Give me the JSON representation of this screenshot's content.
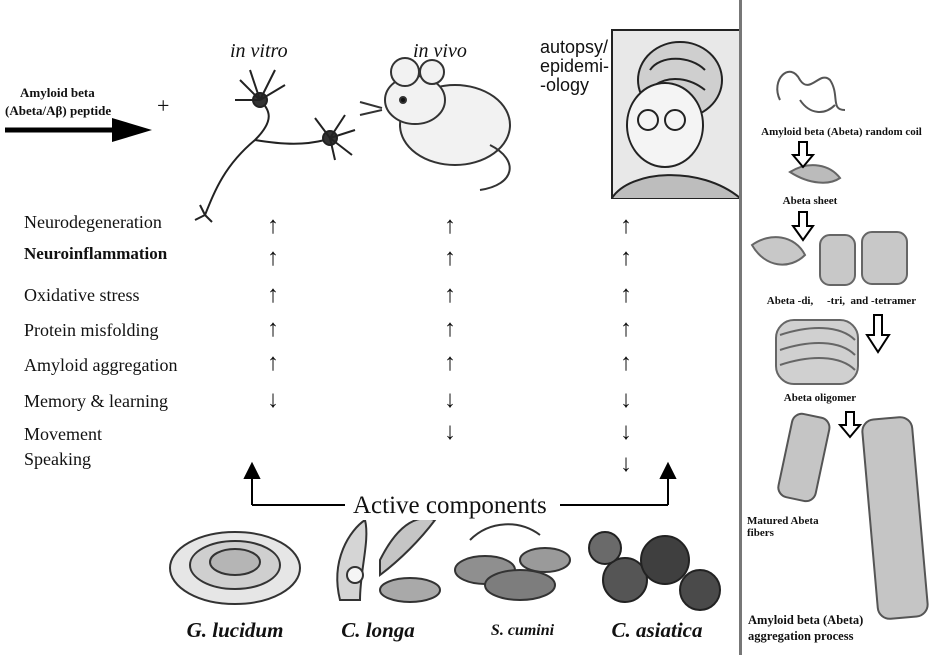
{
  "intro": {
    "line1": "Amyloid beta",
    "line2": "(Abeta/Aβ) peptide",
    "plus": "+"
  },
  "models": [
    {
      "label": "in vitro"
    },
    {
      "label": "in vivo"
    },
    {
      "label": "autopsy/ epidemi- -ology"
    }
  ],
  "effects": [
    {
      "label": "Neurodegeneration",
      "in_vitro": "up",
      "in_vivo": "up",
      "autopsy": "up"
    },
    {
      "label": "Neuroinflammation",
      "in_vitro": "up",
      "in_vivo": "up",
      "autopsy": "up"
    },
    {
      "label": "Oxidative stress",
      "in_vitro": "up",
      "in_vivo": "up",
      "autopsy": "up"
    },
    {
      "label": "Protein misfolding",
      "in_vitro": "up",
      "in_vivo": "up",
      "autopsy": "up"
    },
    {
      "label": "Amyloid aggregation",
      "in_vitro": "up",
      "in_vivo": "up",
      "autopsy": "up"
    },
    {
      "label": "Memory & learning",
      "in_vitro": "down",
      "in_vivo": "down",
      "autopsy": "down"
    },
    {
      "label": "Movement",
      "in_vitro": "",
      "in_vivo": "down",
      "autopsy": "down"
    },
    {
      "label": "Speaking",
      "in_vitro": "",
      "in_vivo": "",
      "autopsy": "down"
    }
  ],
  "active_components": {
    "label": "Active components"
  },
  "plants": [
    {
      "name": "G. lucidum"
    },
    {
      "name": "C. longa"
    },
    {
      "name": "S. cumini"
    },
    {
      "name": "C. asiatica"
    }
  ],
  "aggregation": {
    "steps": [
      "Amyloid beta (Abeta) random coil",
      "Abeta sheet",
      "Abeta -di,     -tri,  and -tetramer",
      "Abeta oligomer",
      "Matured Abeta fibers"
    ],
    "title": "Amyloid beta (Abeta) aggregation process"
  },
  "arrow_symbols": {
    "up": "↑",
    "down": "↓"
  }
}
